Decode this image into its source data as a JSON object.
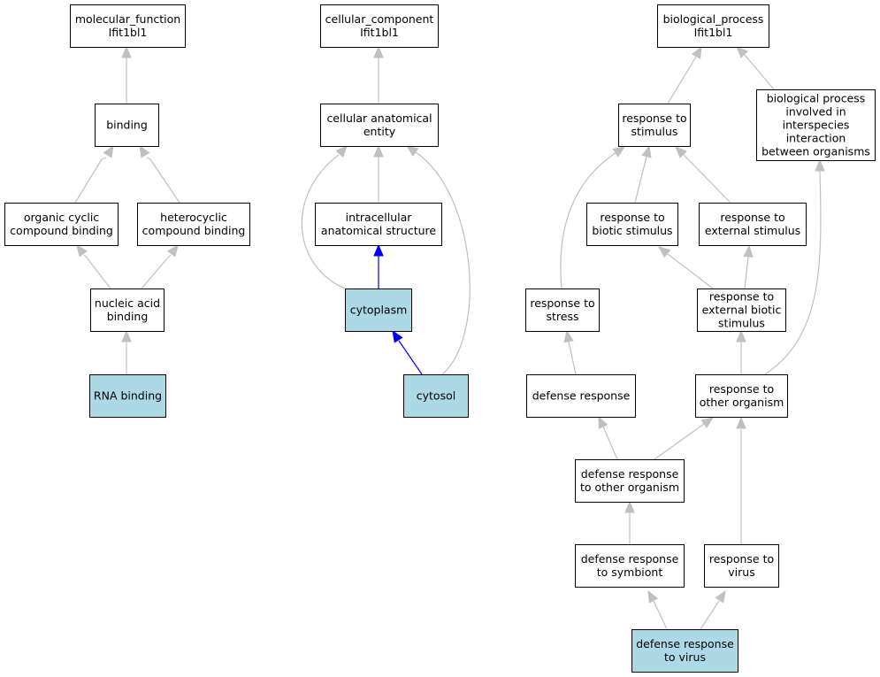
{
  "colors": {
    "node_default": "#ffffff",
    "node_highlight": "#add8e6",
    "edge_default": "#c0c0c0",
    "edge_highlight": "#0000ff"
  },
  "nodes": [
    {
      "id": "mf_root",
      "lines": [
        "molecular_function",
        "Ifit1bl1"
      ],
      "highlight": false
    },
    {
      "id": "binding",
      "lines": [
        "binding"
      ],
      "highlight": false
    },
    {
      "id": "organic_cyclic",
      "lines": [
        "organic cyclic",
        "compound binding"
      ],
      "highlight": false
    },
    {
      "id": "heterocyclic",
      "lines": [
        "heterocyclic",
        "compound binding"
      ],
      "highlight": false
    },
    {
      "id": "nucleic_acid",
      "lines": [
        "nucleic acid",
        "binding"
      ],
      "highlight": false
    },
    {
      "id": "rna_binding",
      "lines": [
        "RNA binding"
      ],
      "highlight": true
    },
    {
      "id": "cc_root",
      "lines": [
        "cellular_component",
        "Ifit1bl1"
      ],
      "highlight": false
    },
    {
      "id": "cae",
      "lines": [
        "cellular anatomical",
        "entity"
      ],
      "highlight": false
    },
    {
      "id": "ias",
      "lines": [
        "intracellular",
        "anatomical structure"
      ],
      "highlight": false
    },
    {
      "id": "cytoplasm",
      "lines": [
        "cytoplasm"
      ],
      "highlight": true
    },
    {
      "id": "cytosol",
      "lines": [
        "cytosol"
      ],
      "highlight": true
    },
    {
      "id": "bp_root",
      "lines": [
        "biological_process",
        "Ifit1bl1"
      ],
      "highlight": false
    },
    {
      "id": "resp_stim",
      "lines": [
        "response to",
        "stimulus"
      ],
      "highlight": false
    },
    {
      "id": "bp_interspecies",
      "lines": [
        "biological process",
        "involved in",
        "interspecies",
        "interaction",
        "between organisms"
      ],
      "highlight": false
    },
    {
      "id": "resp_biotic",
      "lines": [
        "response to",
        "biotic stimulus"
      ],
      "highlight": false
    },
    {
      "id": "resp_external",
      "lines": [
        "response to",
        "external stimulus"
      ],
      "highlight": false
    },
    {
      "id": "resp_stress",
      "lines": [
        "response to",
        "stress"
      ],
      "highlight": false
    },
    {
      "id": "resp_ext_biotic",
      "lines": [
        "response to",
        "external biotic",
        "stimulus"
      ],
      "highlight": false
    },
    {
      "id": "defense_resp",
      "lines": [
        "defense response"
      ],
      "highlight": false
    },
    {
      "id": "resp_other_org",
      "lines": [
        "response to",
        "other organism"
      ],
      "highlight": false
    },
    {
      "id": "def_other_org",
      "lines": [
        "defense response",
        "to other organism"
      ],
      "highlight": false
    },
    {
      "id": "def_symbiont",
      "lines": [
        "defense response",
        "to symbiont"
      ],
      "highlight": false
    },
    {
      "id": "resp_virus",
      "lines": [
        "response to",
        "virus"
      ],
      "highlight": false
    },
    {
      "id": "def_virus",
      "lines": [
        "defense response",
        "to virus"
      ],
      "highlight": true
    }
  ],
  "edges": [
    {
      "from": "binding",
      "to": "mf_root",
      "highlight": false
    },
    {
      "from": "organic_cyclic",
      "to": "binding",
      "highlight": false
    },
    {
      "from": "heterocyclic",
      "to": "binding",
      "highlight": false
    },
    {
      "from": "nucleic_acid",
      "to": "organic_cyclic",
      "highlight": false
    },
    {
      "from": "nucleic_acid",
      "to": "heterocyclic",
      "highlight": false
    },
    {
      "from": "rna_binding",
      "to": "nucleic_acid",
      "highlight": false
    },
    {
      "from": "cae",
      "to": "cc_root",
      "highlight": false
    },
    {
      "from": "ias",
      "to": "cae",
      "highlight": false
    },
    {
      "from": "cytoplasm",
      "to": "cae",
      "highlight": false
    },
    {
      "from": "cytoplasm",
      "to": "ias",
      "highlight": true
    },
    {
      "from": "cytosol",
      "to": "cytoplasm",
      "highlight": true
    },
    {
      "from": "cytosol",
      "to": "cae",
      "highlight": false
    },
    {
      "from": "resp_stim",
      "to": "bp_root",
      "highlight": false
    },
    {
      "from": "bp_interspecies",
      "to": "bp_root",
      "highlight": false
    },
    {
      "from": "resp_biotic",
      "to": "resp_stim",
      "highlight": false
    },
    {
      "from": "resp_external",
      "to": "resp_stim",
      "highlight": false
    },
    {
      "from": "resp_stress",
      "to": "resp_stim",
      "highlight": false
    },
    {
      "from": "resp_ext_biotic",
      "to": "resp_biotic",
      "highlight": false
    },
    {
      "from": "resp_ext_biotic",
      "to": "resp_external",
      "highlight": false
    },
    {
      "from": "defense_resp",
      "to": "resp_stress",
      "highlight": false
    },
    {
      "from": "resp_other_org",
      "to": "resp_ext_biotic",
      "highlight": false
    },
    {
      "from": "resp_other_org",
      "to": "bp_interspecies",
      "highlight": false
    },
    {
      "from": "def_other_org",
      "to": "defense_resp",
      "highlight": false
    },
    {
      "from": "def_other_org",
      "to": "resp_other_org",
      "highlight": false
    },
    {
      "from": "def_symbiont",
      "to": "def_other_org",
      "highlight": false
    },
    {
      "from": "resp_virus",
      "to": "resp_other_org",
      "highlight": false
    },
    {
      "from": "def_virus",
      "to": "def_symbiont",
      "highlight": false
    },
    {
      "from": "def_virus",
      "to": "resp_virus",
      "highlight": false
    }
  ]
}
